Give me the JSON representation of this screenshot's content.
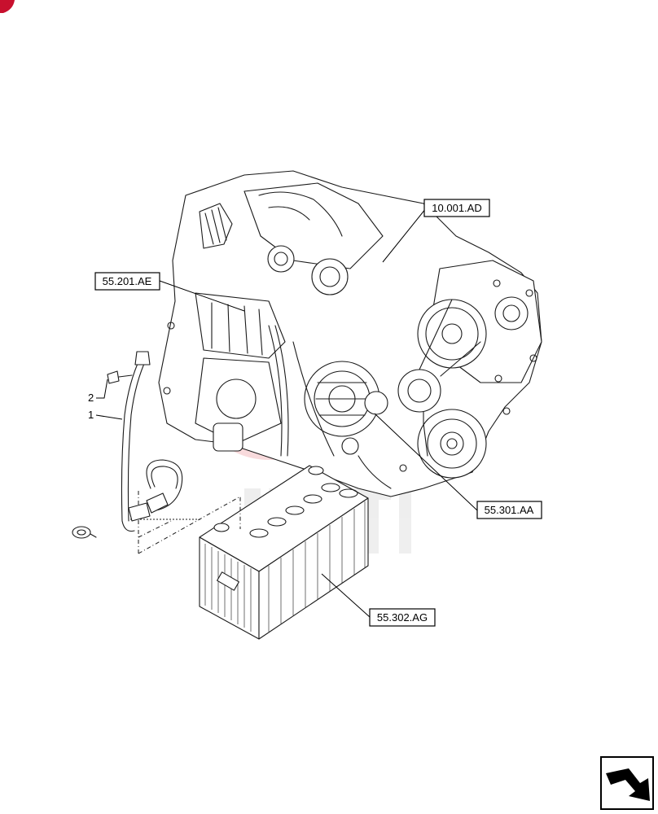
{
  "callouts": [
    {
      "id": "10.001.AD",
      "label": "10.001.AD"
    },
    {
      "id": "55.201.AE",
      "label": "55.201.AE"
    },
    {
      "id": "55.301.AA",
      "label": "55.301.AA"
    },
    {
      "id": "55.302.AG",
      "label": "55.302.AG"
    }
  ],
  "part_numbers": [
    {
      "label": "1"
    },
    {
      "label": "2"
    }
  ],
  "colors": {
    "line": "#000000",
    "watermark": "#d9232d",
    "corner_badge": "#c8102e"
  },
  "icons": {
    "corner_badge": "red-badge-icon",
    "navigation": "next-page-arrow-icon"
  }
}
